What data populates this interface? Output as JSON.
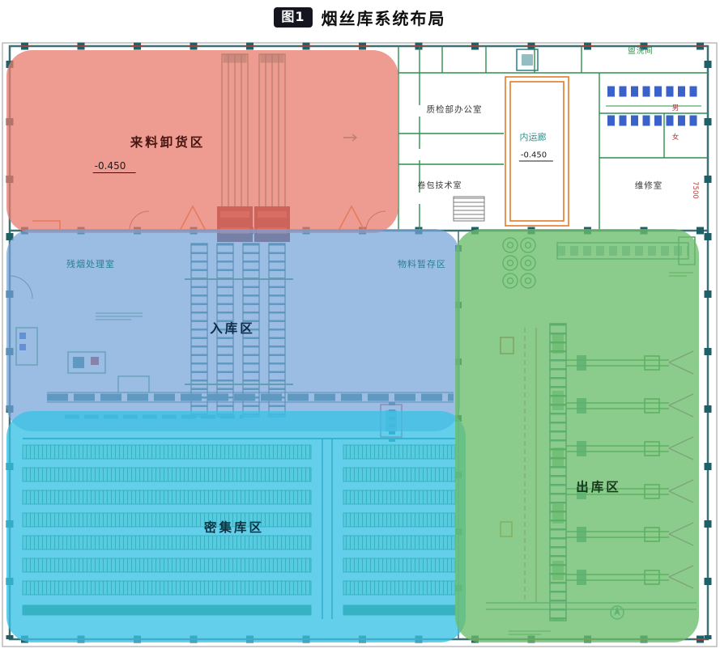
{
  "figure": {
    "badge": "图1",
    "title": "烟丝库系统布局"
  },
  "zones": [
    {
      "id": "unloading",
      "label": "来料卸货区",
      "elevation": "-0.450",
      "color": "rgba(232,123,110,0.75)"
    },
    {
      "id": "inbound",
      "label": "入库区",
      "color": "rgba(116,163,216,0.72)"
    },
    {
      "id": "dense-storage",
      "label": "密集库区",
      "color": "rgba(56,193,229,0.78)"
    },
    {
      "id": "outbound",
      "label": "出库区",
      "color": "rgba(106,188,106,0.78)"
    }
  ],
  "rooms": [
    {
      "id": "washroom",
      "label": "盥洗间"
    },
    {
      "id": "office",
      "label": "质检部办公室"
    },
    {
      "id": "corridor",
      "label": "内运廊",
      "elevation": "-0.450"
    },
    {
      "id": "tech-room",
      "label": "卷包技术室"
    },
    {
      "id": "repair-room",
      "label": "维修室"
    },
    {
      "id": "staging",
      "label": "物料暂存区"
    },
    {
      "id": "side-room",
      "label": "残烟处理室"
    },
    {
      "id": "male",
      "label": "男"
    },
    {
      "id": "female",
      "label": "女"
    }
  ],
  "annotations": {
    "dimension": "7500"
  }
}
